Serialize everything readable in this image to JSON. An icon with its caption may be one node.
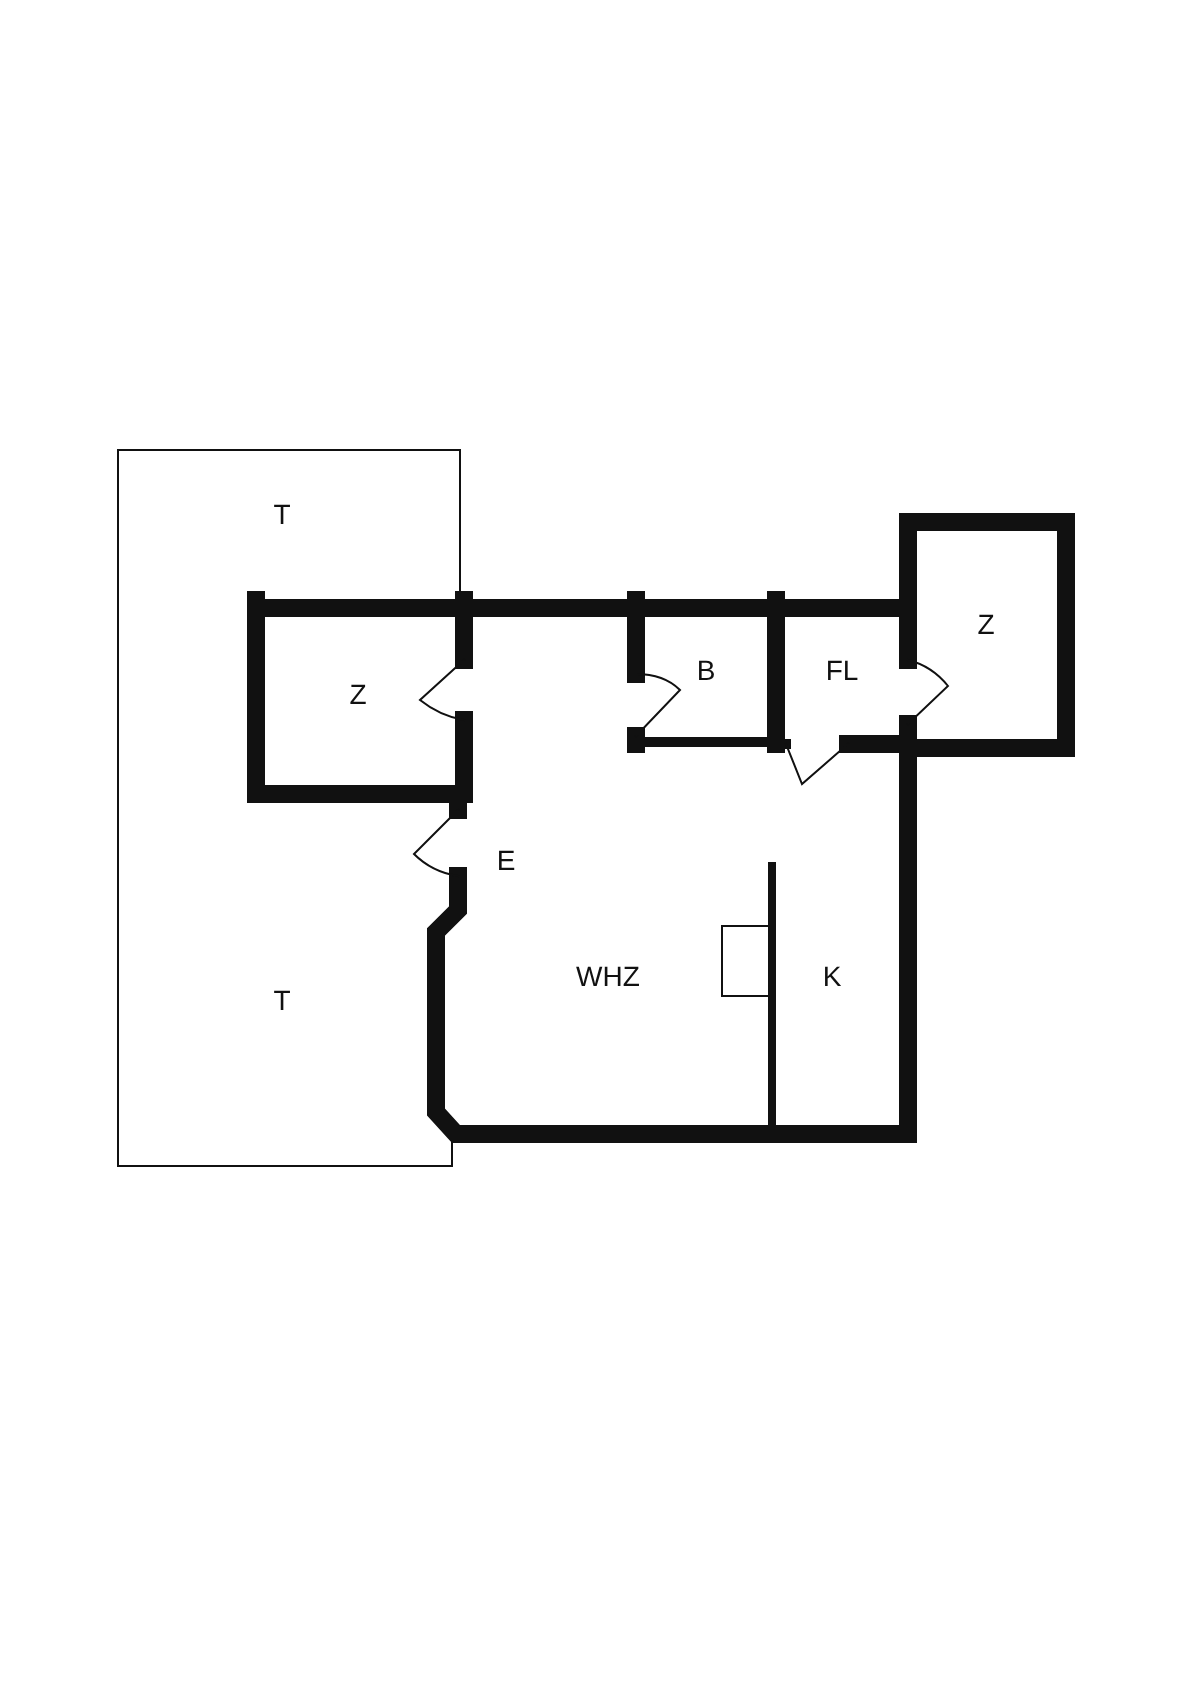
{
  "diagram": {
    "labels": [
      "T",
      "Z",
      "Z",
      "B",
      "FL",
      "E",
      "WHZ",
      "K",
      "T"
    ]
  }
}
